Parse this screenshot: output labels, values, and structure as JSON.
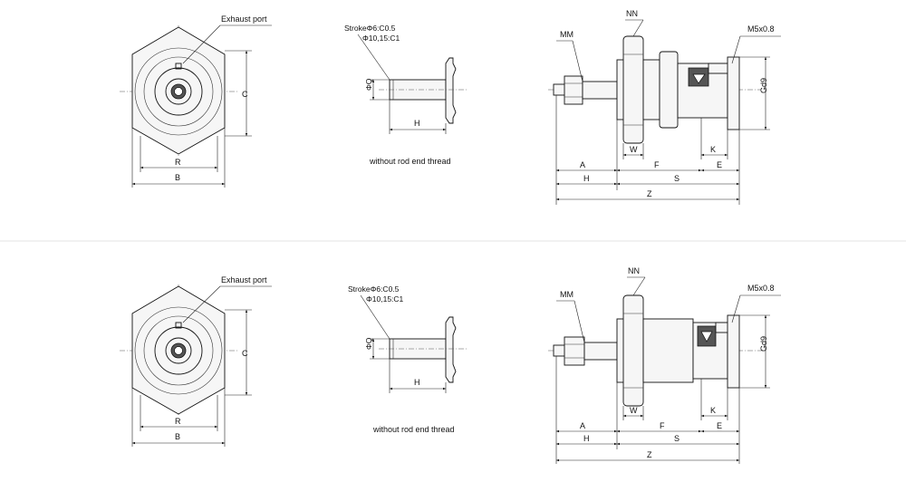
{
  "drawing_top": {
    "front_view": {
      "exhaust_port": "Exhaust port",
      "dim_c": "C",
      "dim_r": "R",
      "dim_b": "B"
    },
    "rod_view": {
      "stroke_line1": "StrokeΦ6:C0.5",
      "stroke_line2": "Φ10,15:C1",
      "dim_q": "ΦQ",
      "dim_h": "H",
      "caption": "without rod end thread"
    },
    "side_view": {
      "mm": "MM",
      "nn": "NN",
      "port": "M5x0.8",
      "gd9": "Gd9",
      "dim_w": "W",
      "dim_k": "K",
      "dim_a": "A",
      "dim_f": "F",
      "dim_e": "E",
      "dim_h": "H",
      "dim_s": "S",
      "dim_z": "Z"
    }
  },
  "drawing_bottom": {
    "front_view": {
      "exhaust_port": "Exhaust port",
      "dim_c": "C",
      "dim_r": "R",
      "dim_b": "B"
    },
    "rod_view": {
      "stroke_line1": "StrokeΦ6:C0.5",
      "stroke_line2": "Φ10,15:C1",
      "dim_q": "ΦQ",
      "dim_h": "H",
      "caption": "without rod end thread"
    },
    "side_view": {
      "mm": "MM",
      "nn": "NN",
      "port": "M5x0.8",
      "gd9": "Gd9",
      "dim_w": "W",
      "dim_k": "K",
      "dim_a": "A",
      "dim_f": "F",
      "dim_e": "E",
      "dim_h": "H",
      "dim_s": "S",
      "dim_z": "Z"
    }
  }
}
